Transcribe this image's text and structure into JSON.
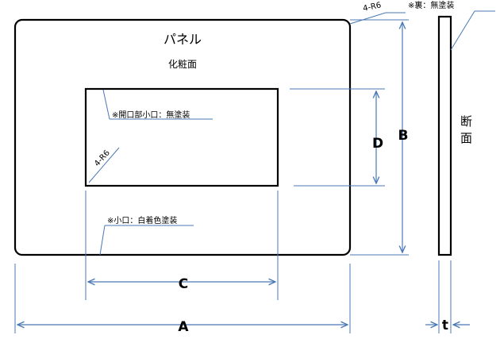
{
  "panel": {
    "title": "パネル",
    "face": "化粧面",
    "opening_note": "※開口部小口：無塗装",
    "edge_note": "※小口：白着色塗装",
    "outer_radius": "4-R6",
    "inner_radius": "4-R6"
  },
  "section": {
    "back_note": "※裏：無塗装",
    "label_1": "断",
    "label_2": "面"
  },
  "dimensions": {
    "A": "A",
    "B": "B",
    "C": "C",
    "D": "D",
    "t": "t"
  },
  "colors": {
    "outline": "#000000",
    "dimension_line": "#4a78b5"
  }
}
